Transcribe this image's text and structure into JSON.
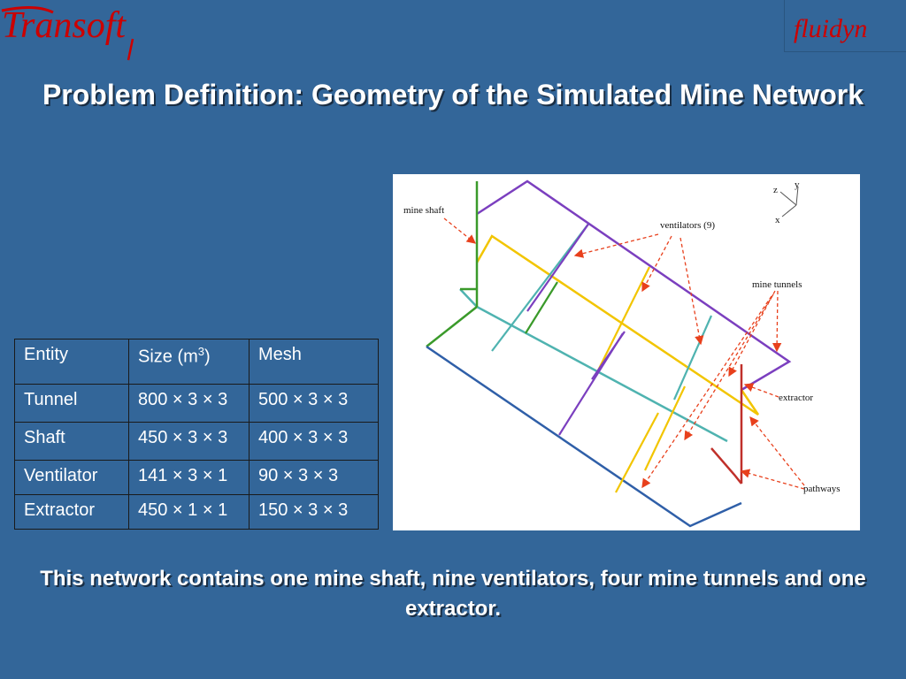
{
  "brand": {
    "left_logo_text": "Transoft",
    "right_logo_text": "fluidyn",
    "colors": {
      "background": "#336699",
      "logo_red": "#cc0000"
    }
  },
  "title": "Problem Definition: Geometry of the Simulated Mine Network",
  "table": {
    "headers": [
      "Entity",
      "Size (m",
      ")",
      "Mesh"
    ],
    "header_superscript": "3",
    "rows": [
      {
        "entity": "Tunnel",
        "size": "800 × 3 × 3",
        "mesh": "500 × 3 × 3"
      },
      {
        "entity": "Shaft",
        "size": "450 × 3 × 3",
        "mesh": "400 × 3 × 3"
      },
      {
        "entity": "Ventilator",
        "size": "141 × 3 × 1",
        "mesh": "90 × 3 × 3"
      },
      {
        "entity": "Extractor",
        "size": "450 × 1 × 1",
        "mesh": "150 × 3 × 3"
      }
    ]
  },
  "figure": {
    "labels": {
      "mine_shaft": "mine shaft",
      "ventilators": "ventilators (9)",
      "mine_tunnels": "mine tunnels",
      "extractor": "extractor",
      "pathways": "pathways",
      "axis_x": "x",
      "axis_y": "y",
      "axis_z": "z"
    },
    "colors": {
      "arrow": "#e8401c",
      "tunnel_top": "#7b3fbf",
      "tunnel_yellow": "#f2c500",
      "tunnel_cyan": "#4fb3b0",
      "tunnel_blue": "#2f5fa8",
      "shaft": "#3a9a2a",
      "extractor": "#c0302a"
    }
  },
  "caption": {
    "main": "This network contains one mine shaft, nine ventilators, four mine tunnels and one extractor",
    "end": "."
  }
}
